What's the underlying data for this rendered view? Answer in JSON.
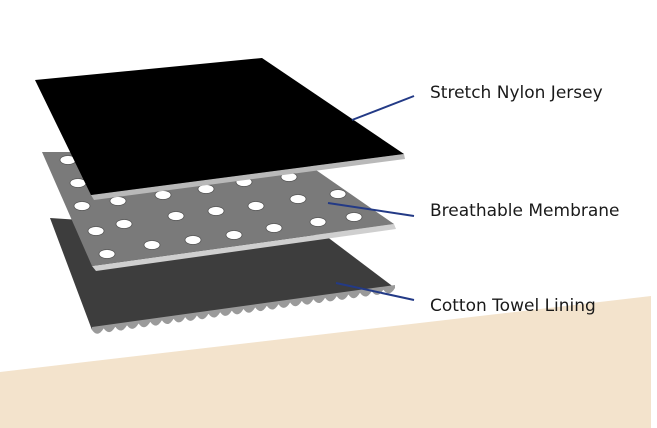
{
  "colors": {
    "background": "#ffffff",
    "skin": "#f3e3cc",
    "top_layer": "#000000",
    "top_layer_edge": "#b9b9b9",
    "middle_layer": "#7a7a7a",
    "middle_layer_edge": "#cfcfcf",
    "hole": "#ffffff",
    "bottom_layer": "#3d3d3d",
    "bottom_layer_edge": "#9a9a9a",
    "leader_line": "#233a86"
  },
  "layers": [
    {
      "id": "top",
      "label": "Stretch Nylon Jersey"
    },
    {
      "id": "middle",
      "label": "Breathable Membrane"
    },
    {
      "id": "bottom",
      "label": "Cotton Towel Lining"
    }
  ]
}
